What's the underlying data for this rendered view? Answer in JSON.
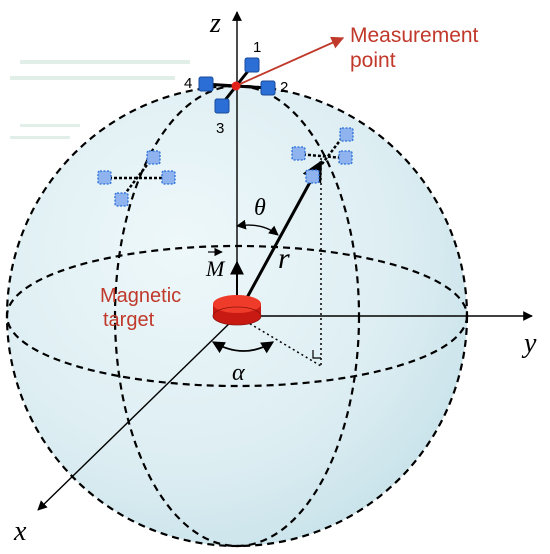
{
  "labels": {
    "measurement_point": [
      "Measurement",
      "point"
    ],
    "magnetic_target": [
      "Magnetic",
      "target"
    ],
    "axis_x": "x",
    "axis_y": "y",
    "axis_z": "z",
    "radius": "r",
    "theta": "θ",
    "alpha": "α",
    "moment": "M",
    "sensor_1": "1",
    "sensor_2": "2",
    "sensor_3": "3",
    "sensor_4": "4"
  },
  "colors": {
    "sphere_fill": "#d7ecf1",
    "sensor_blue": "#2b6fd6",
    "sensor_dotted": "#5f8fe0",
    "target_red": "#e22119",
    "accent_red": "#c0392b",
    "line": "#000000"
  }
}
